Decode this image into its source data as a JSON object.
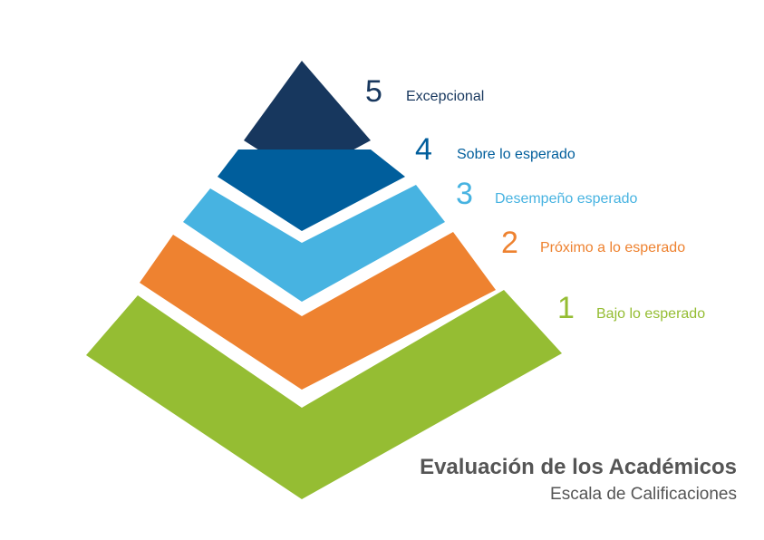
{
  "levels": [
    {
      "number": "5",
      "label": "Excepcional",
      "color": "#17375e"
    },
    {
      "number": "4",
      "label": "Sobre lo esperado",
      "color": "#005e9c"
    },
    {
      "number": "3",
      "label": "Desempeño esperado",
      "color": "#47b3e1"
    },
    {
      "number": "2",
      "label": "Próximo a lo esperado",
      "color": "#ee8230"
    },
    {
      "number": "1",
      "label": "Bajo lo esperado",
      "color": "#95bd33"
    }
  ],
  "title": "Evaluación de los Académicos",
  "subtitle": "Escala de Calificaciones"
}
